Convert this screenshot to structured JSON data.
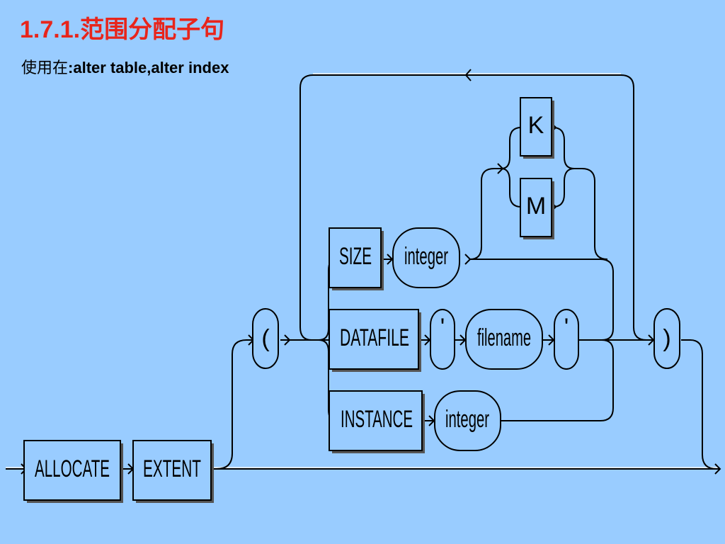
{
  "slide": {
    "title": "1.7.1.范围分配子句",
    "subtitle_prefix": "使用在",
    "subtitle_keywords": ":alter table,alter index"
  },
  "diagram": {
    "keywords": {
      "allocate": "ALLOCATE",
      "extent": "EXTENT",
      "size": "SIZE",
      "datafile": "DATAFILE",
      "instance": "INSTANCE",
      "k": "K",
      "m": "M"
    },
    "terms": {
      "open_paren": "(",
      "close_paren": ")",
      "quote_open": "'",
      "quote_close": "'",
      "size_integer": "integer",
      "filename": "filename",
      "instance_integer": "integer"
    }
  }
}
